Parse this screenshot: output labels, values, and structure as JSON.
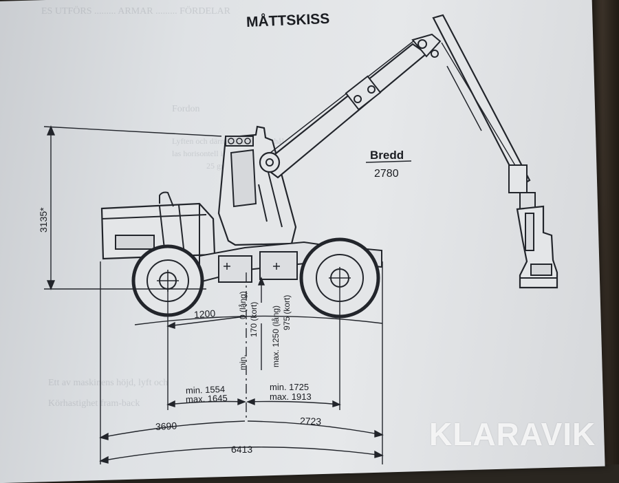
{
  "sheet": {
    "title": "MÅTTSKISS",
    "width_label": "Bredd",
    "width_value": "2780"
  },
  "dimensions": {
    "height_total": "3135*",
    "front_offset": "1200",
    "ground_long": "0 (lång)",
    "ground_short": "170 (kort)",
    "min_label": "min.",
    "max_long": "max. 1250 (lång)",
    "max_short": "975 (kort)",
    "front_min": "min. 1554",
    "front_max": "max. 1645",
    "rear_min": "min. 1725",
    "rear_max": "max. 1913",
    "front_length": "3690",
    "rear_length": "2723",
    "total_length": "6413"
  },
  "watermark": "KLARAVIK"
}
